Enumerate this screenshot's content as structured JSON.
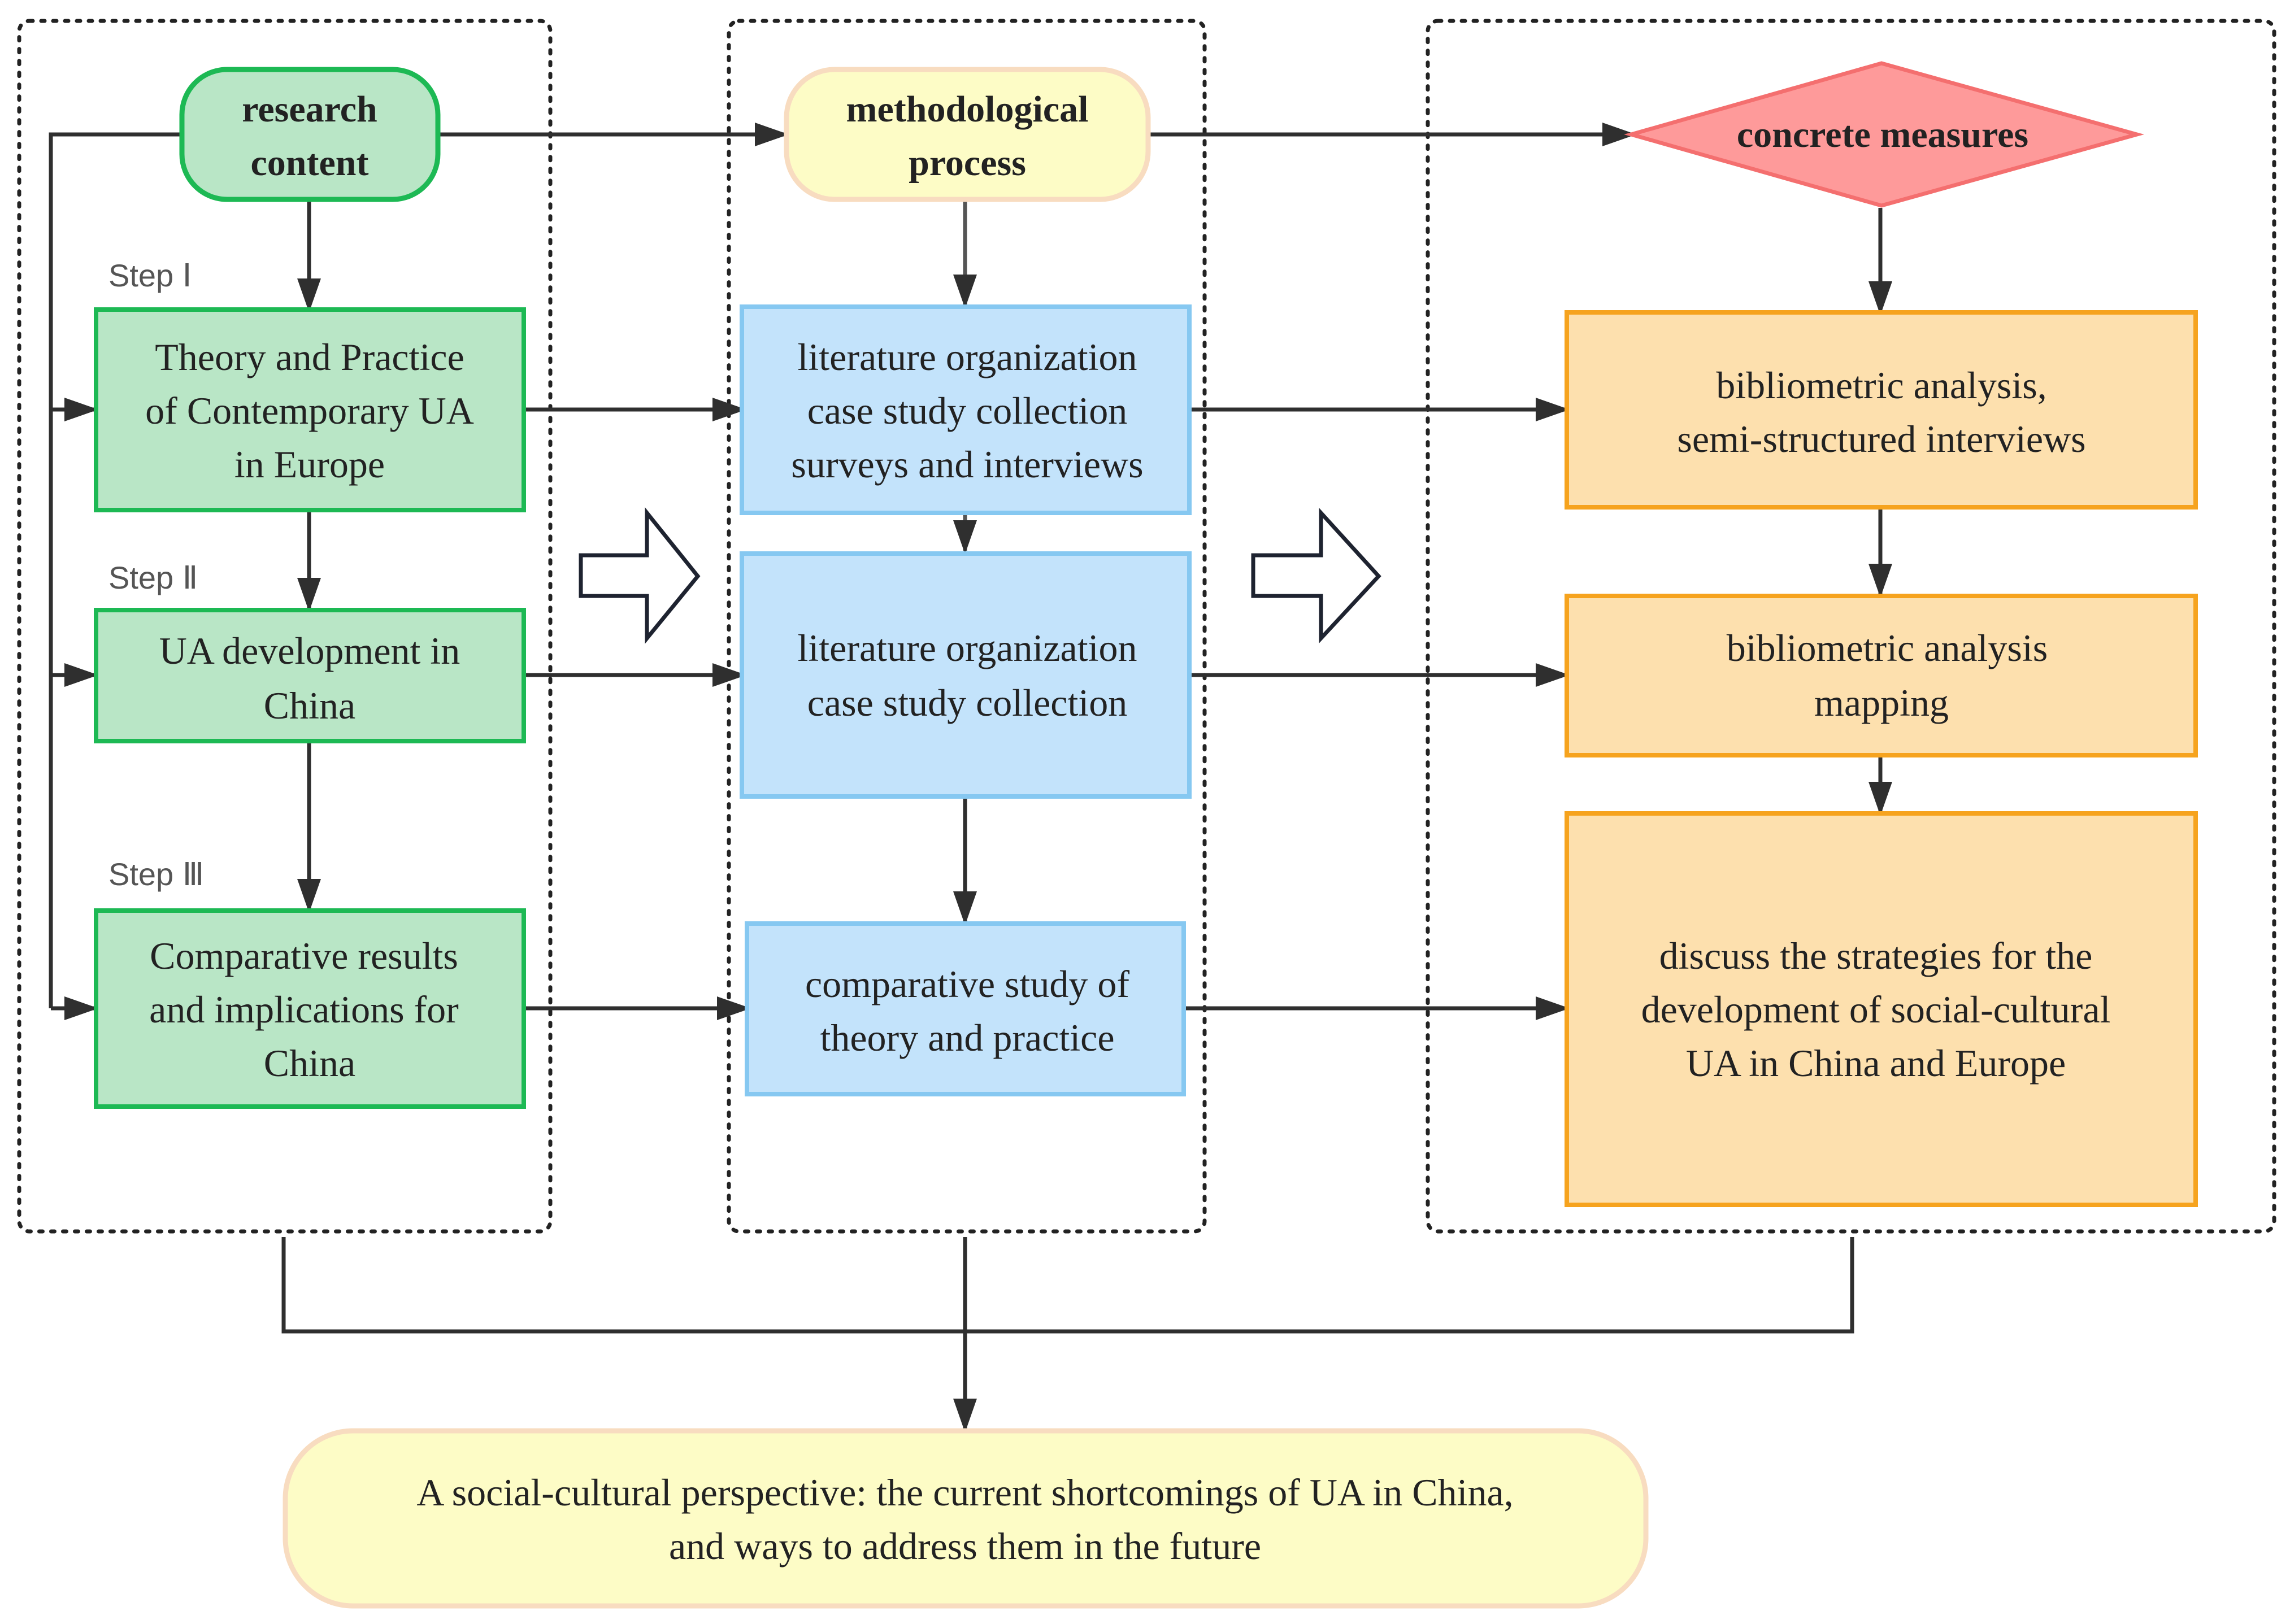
{
  "columns": {
    "left": {
      "header": [
        "research",
        "content"
      ],
      "steps": [
        "Step Ⅰ",
        "Step Ⅱ",
        "Step Ⅲ"
      ],
      "boxes": [
        [
          "Theory and Practice",
          "of Contemporary UA",
          "in Europe"
        ],
        [
          "UA development in",
          "China"
        ],
        [
          "Comparative results",
          "and implications for",
          "China"
        ]
      ]
    },
    "middle": {
      "header": [
        "methodological",
        "process"
      ],
      "boxes": [
        [
          "literature organization",
          "case study collection",
          "surveys and interviews"
        ],
        [
          "literature organization",
          "case study collection"
        ],
        [
          "comparative study of",
          "theory and practice"
        ]
      ]
    },
    "right": {
      "header": [
        "concrete measures"
      ],
      "boxes": [
        [
          "bibliometric analysis,",
          "semi-structured interviews"
        ],
        [
          "bibliometric analysis",
          "mapping"
        ],
        [
          "discuss the strategies for the",
          "development of social-cultural",
          "UA in China and Europe"
        ]
      ]
    }
  },
  "conclusion": [
    "A social-cultural perspective: the current shortcomings of UA in China,",
    "and ways to address them in the future"
  ],
  "colors": {
    "green_fill": "#b9e6c6",
    "green_stroke": "#1db954",
    "yellow_fill": "#fdfcc6",
    "yellow_stroke": "#f8dcc0",
    "blue_fill": "#c3e3fb",
    "blue_stroke": "#86c8f1",
    "orange_fill": "#fde0ae",
    "orange_stroke": "#f6a31e",
    "red_fill": "#fe9a9a",
    "red_stroke": "#f46f6f",
    "arrow": "#2f2f2f",
    "border": "#222222"
  }
}
